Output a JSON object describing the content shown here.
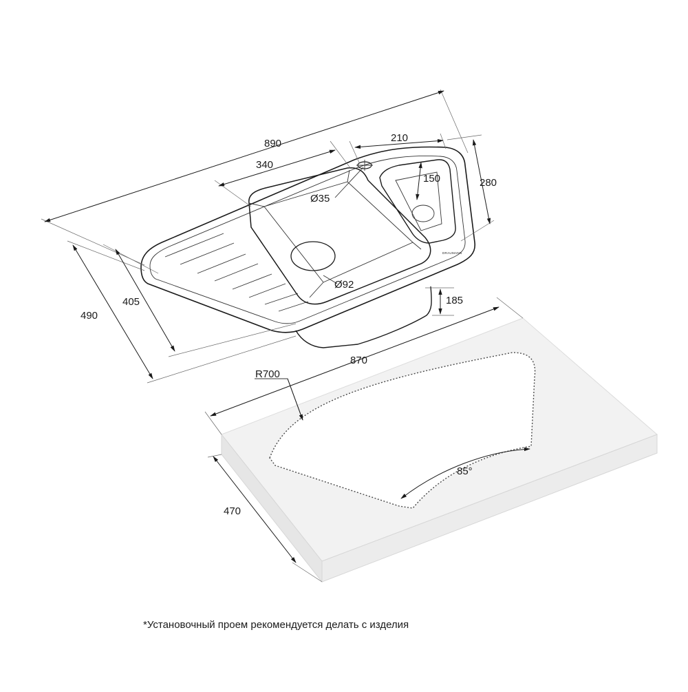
{
  "dimensions": {
    "overall_length": "890",
    "bowl_length": "340",
    "small_bowl_width": "210",
    "small_bowl_depth": "150",
    "sink_depth": "280",
    "tap_hole": "Ø35",
    "drain_hole": "Ø92",
    "bowl_height": "185",
    "side_length_outer": "490",
    "side_length_inner": "405",
    "cutout_length": "870",
    "cutout_radius": "R700",
    "cutout_depth": "470",
    "cutout_angle": "85°"
  },
  "brand_mark": "DRAUMANN",
  "footnote": "*Установочный проем рекомендуется делать с изделия"
}
